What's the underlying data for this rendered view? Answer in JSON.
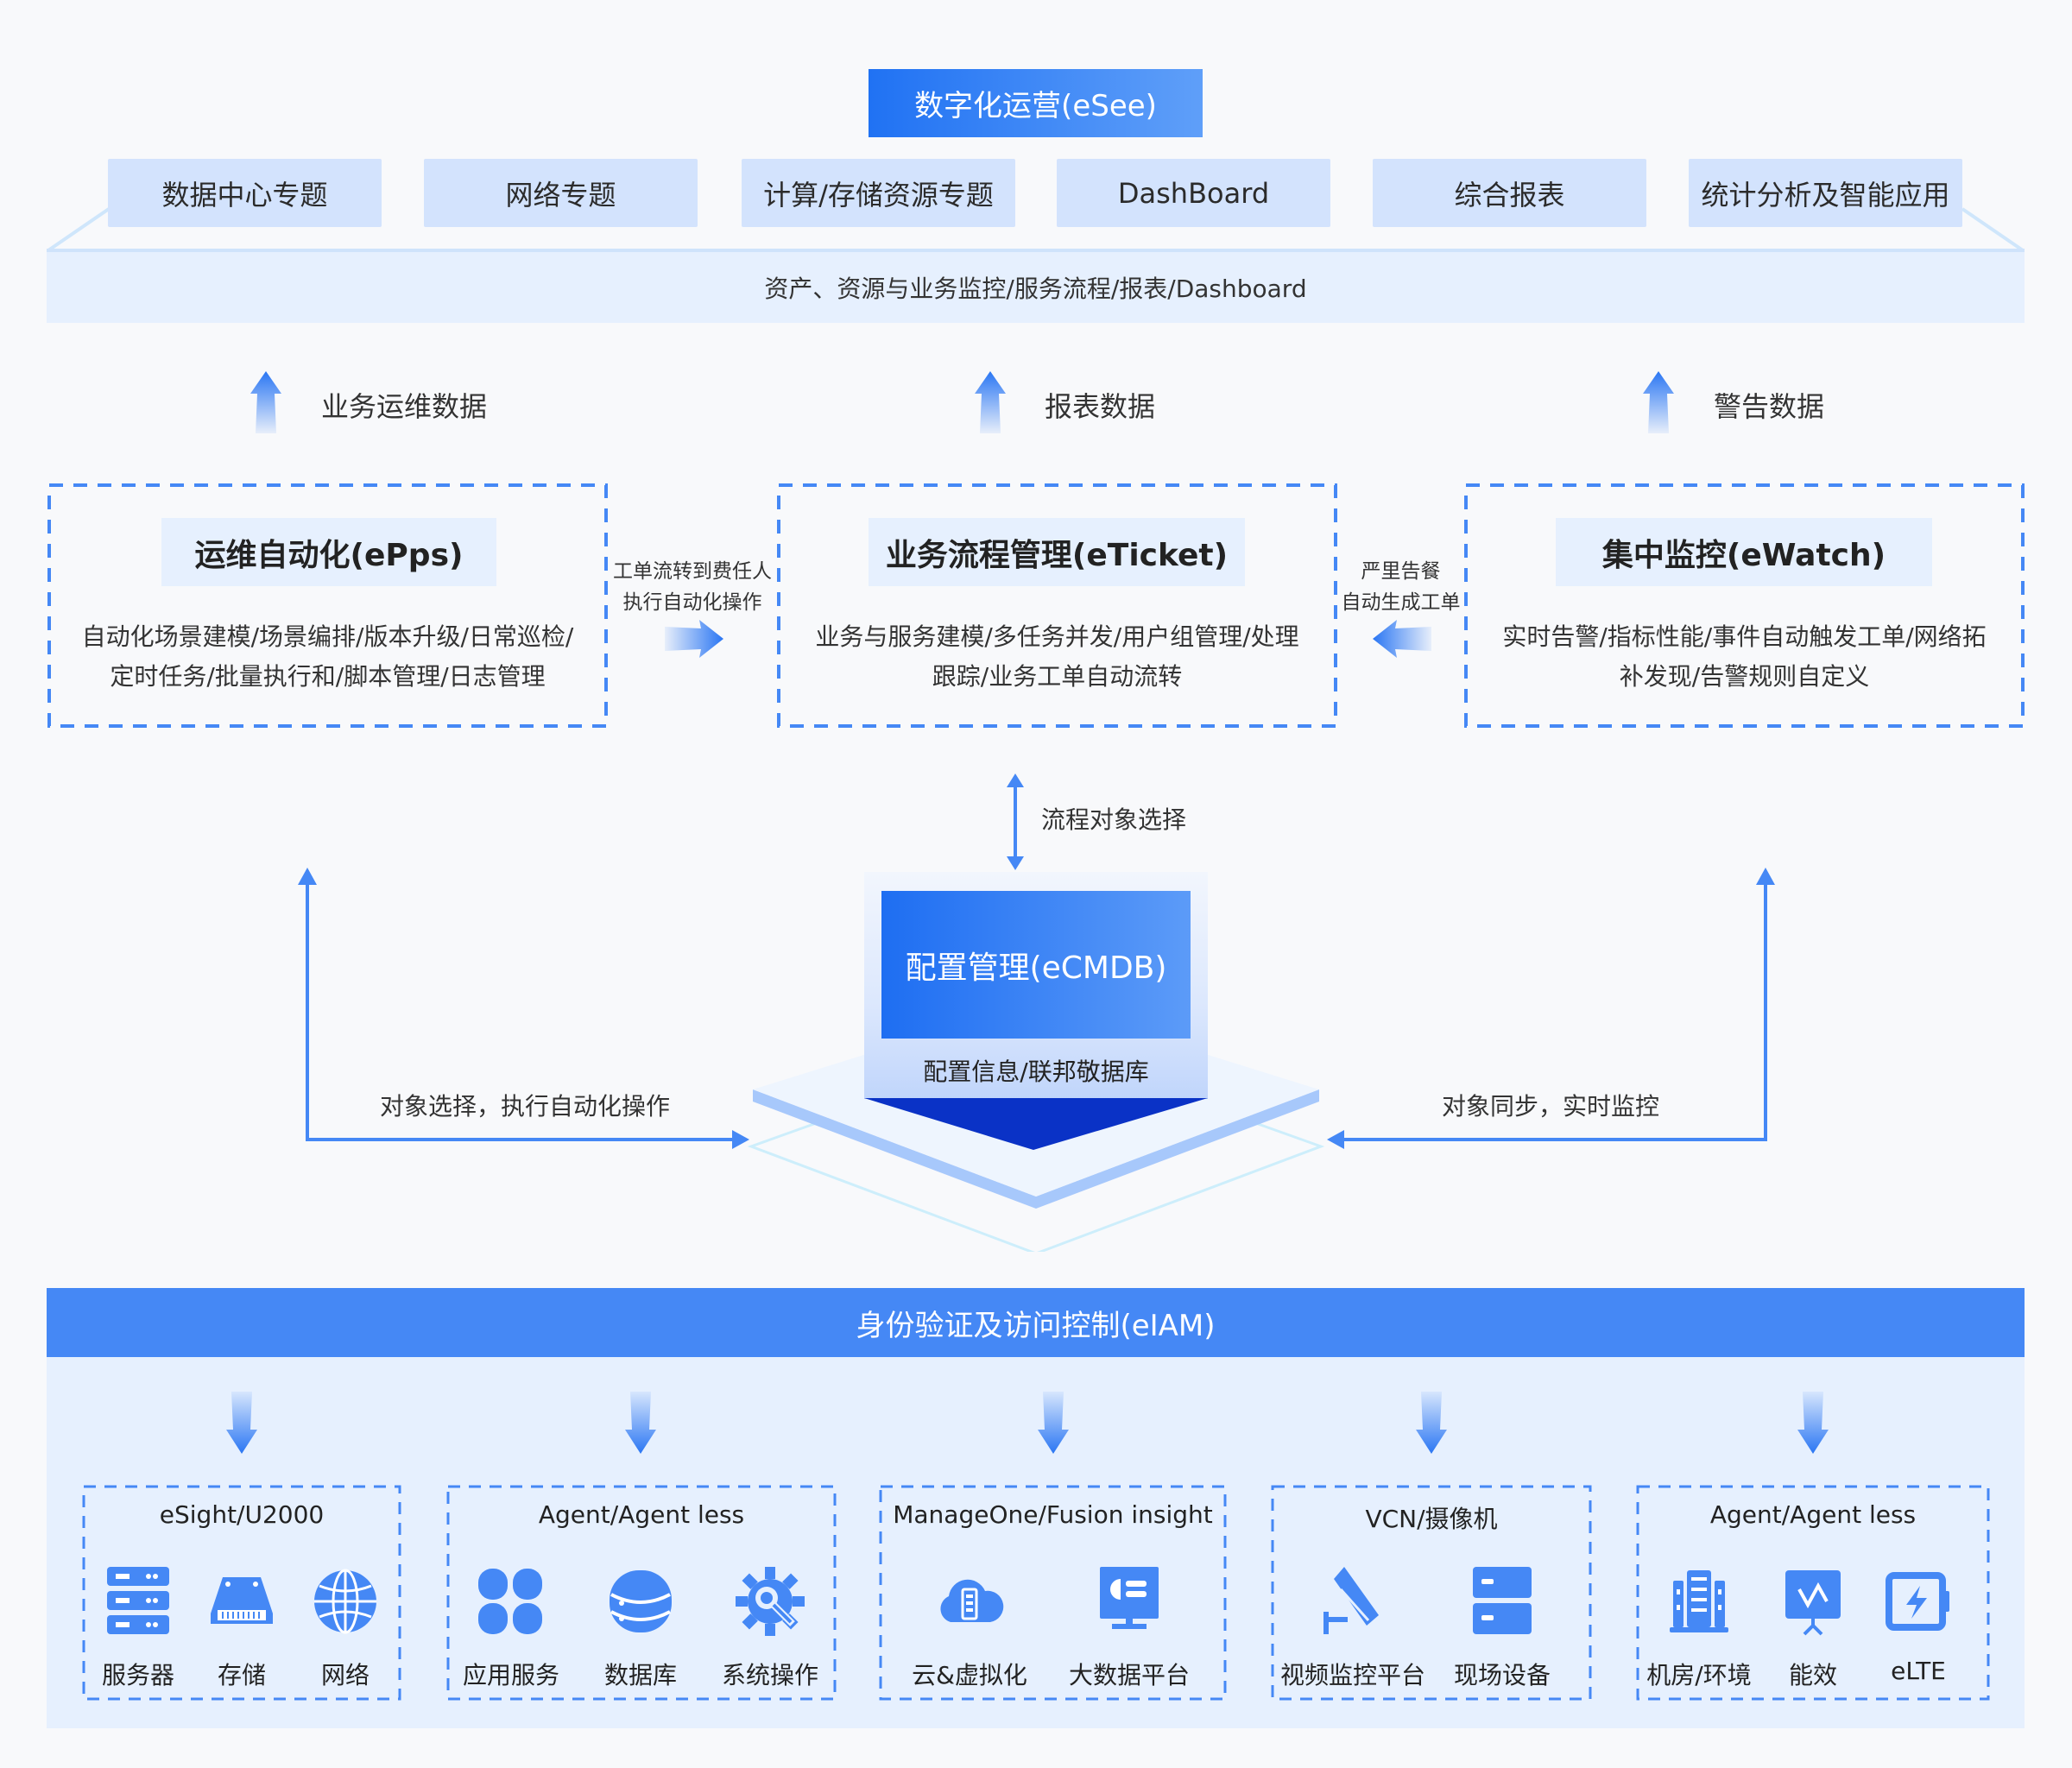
{
  "top": {
    "title": "数字化运营(eSee)",
    "topics": [
      "数据中心专题",
      "网络专题",
      "计算/存储资源专题",
      "DashBoard",
      "综合报表",
      "统计分析及智能应用"
    ],
    "base_band": "资产、资源与业务监控/服务流程/报表/Dashboard"
  },
  "data_flows": [
    {
      "label": "业务运维数据",
      "icon": "up-arrow-icon"
    },
    {
      "label": "报表数据",
      "icon": "up-arrow-icon"
    },
    {
      "label": "警告数据",
      "icon": "up-arrow-icon"
    }
  ],
  "modules": [
    {
      "title": "运维自动化(ePps)",
      "desc_line1": "自动化场景建模/场景编排/版本升级/日常巡检/",
      "desc_line2": "定时任务/批量执行和/脚本管理/日志管理"
    },
    {
      "title": "业务流程管理(eTicket)",
      "desc_line1": "业务与服务建模/多任务并发/用户组管理/处理",
      "desc_line2": "跟踪/业务工单自动流转"
    },
    {
      "title": "集中监控(eWatch)",
      "desc_line1": "实时告警/指标性能/事件自动触发工单/网络拓",
      "desc_line2": "补发现/告警规则自定义"
    }
  ],
  "links": {
    "left_to_mid": {
      "line1": "工单流转到费任人",
      "line2": "执行自动化操作"
    },
    "right_to_mid": {
      "line1": "严里告餐",
      "line2": "自动生成工单"
    },
    "mid_to_cmdb": "流程对象选择",
    "cmdb_to_left": "对象选择，执行自动化操作",
    "cmdb_to_right": "对象同步，实时监控"
  },
  "cmdb": {
    "title": "配置管理(eCMDB)",
    "subtitle": "配置信息/联邦敬据库"
  },
  "iam": {
    "title": "身份验证及访问控制(eIAM)"
  },
  "sources": [
    {
      "title": "eSight/U2000",
      "items": [
        {
          "label": "服务器",
          "icon": "server-icon"
        },
        {
          "label": "存储",
          "icon": "storage-icon"
        },
        {
          "label": "网络",
          "icon": "globe-icon"
        }
      ]
    },
    {
      "title": "Agent/Agent less",
      "items": [
        {
          "label": "应用服务",
          "icon": "apps-icon"
        },
        {
          "label": "数据库",
          "icon": "database-icon"
        },
        {
          "label": "系统操作",
          "icon": "gear-wrench-icon"
        }
      ]
    },
    {
      "title": "ManageOne/Fusion insight",
      "items": [
        {
          "label": "云&虚拟化",
          "icon": "cloud-icon"
        },
        {
          "label": "大数据平台",
          "icon": "bigdata-monitor-icon"
        }
      ]
    },
    {
      "title": "VCN/摄像机",
      "items": [
        {
          "label": "视频监控平台",
          "icon": "camera-icon"
        },
        {
          "label": "现场设备",
          "icon": "device-cabinet-icon"
        }
      ]
    },
    {
      "title": "Agent/Agent less",
      "items": [
        {
          "label": "机房/环境",
          "icon": "datacenter-icon"
        },
        {
          "label": "能效",
          "icon": "energy-board-icon"
        },
        {
          "label": "eLTE",
          "icon": "elte-battery-icon"
        }
      ]
    }
  ],
  "colors": {
    "primary": "#2072f3",
    "accent_light": "#d3e3fd",
    "panel": "#e6f0fe",
    "dash": "#4588f5",
    "background": "#f8f9fb"
  }
}
